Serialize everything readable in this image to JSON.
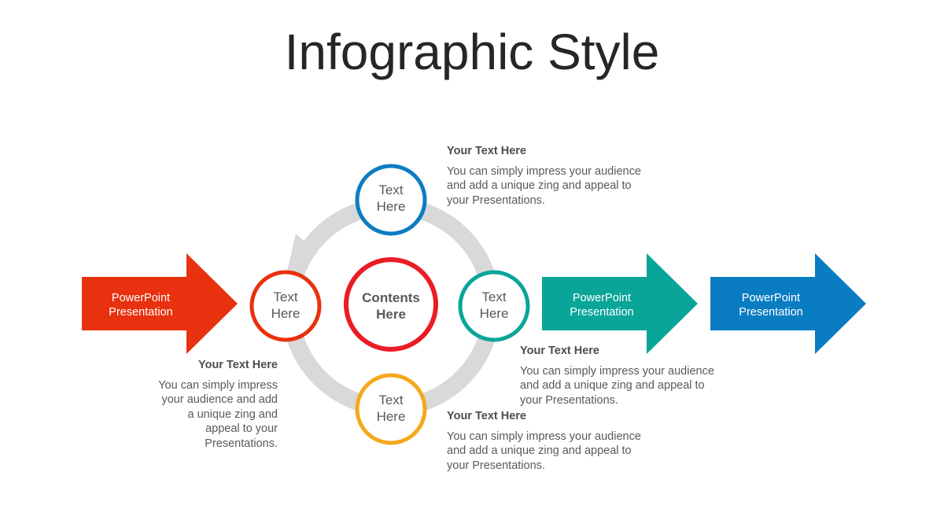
{
  "title": "Infographic Style",
  "colors": {
    "red": "#e8310e",
    "teal": "#0aa599",
    "blue": "#0a7dc2",
    "yellow": "#f5a81c",
    "center": "#ea1c24",
    "ring": "#d9d9d9"
  },
  "arrows": [
    {
      "line1": "PowerPoint",
      "line2": "Presentation"
    },
    {
      "line1": "PowerPoint",
      "line2": "Presentation"
    },
    {
      "line1": "PowerPoint",
      "line2": "Presentation"
    }
  ],
  "center": {
    "line1": "Contents",
    "line2": "Here"
  },
  "nodes": {
    "top": {
      "line1": "Text",
      "line2": "Here"
    },
    "left": {
      "line1": "Text",
      "line2": "Here"
    },
    "right": {
      "line1": "Text",
      "line2": "Here"
    },
    "bottom": {
      "line1": "Text",
      "line2": "Here"
    }
  },
  "texts": {
    "top": {
      "heading": "Your Text Here",
      "lines": [
        "You can simply impress your audience",
        "and add a unique zing and appeal to",
        "your Presentations."
      ]
    },
    "right": {
      "heading": "Your Text Here",
      "lines": [
        "You can simply impress your audience",
        "and add a unique zing and appeal to",
        "your Presentations."
      ]
    },
    "bottom": {
      "heading": "Your Text Here",
      "lines": [
        "You can simply impress your audience",
        "and add a unique zing and appeal to",
        "your Presentations."
      ]
    },
    "left": {
      "heading": "Your Text Here",
      "lines": [
        "You can simply impress",
        "your audience and add",
        "a unique zing and",
        "appeal to your",
        "Presentations."
      ]
    }
  }
}
